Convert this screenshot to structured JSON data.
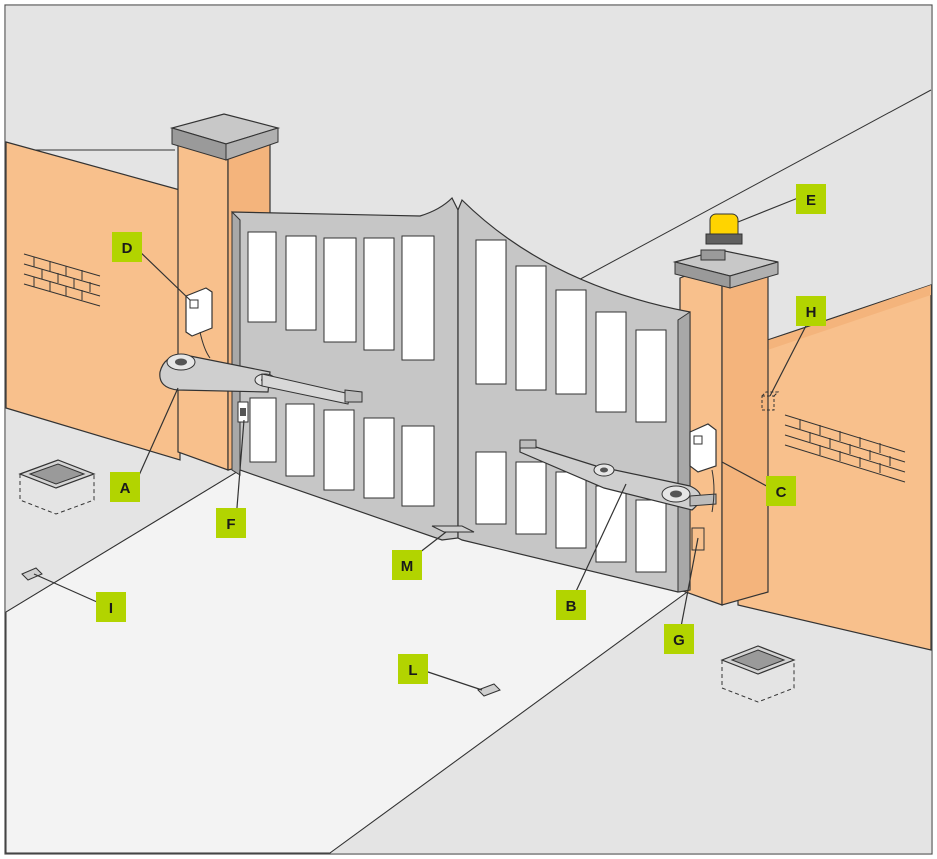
{
  "labels": {
    "A": "A",
    "B": "B",
    "C": "C",
    "D": "D",
    "E": "E",
    "F": "F",
    "G": "G",
    "H": "H",
    "I": "I",
    "L": "L",
    "M": "M"
  },
  "colors": {
    "wall": "#f8c08c",
    "ground_dark": "#e3e3e3",
    "ground_light": "#f2f2f2",
    "gate": "#c6c6c6",
    "label_bg": "#b2d400",
    "lamp": "#ffd400"
  }
}
